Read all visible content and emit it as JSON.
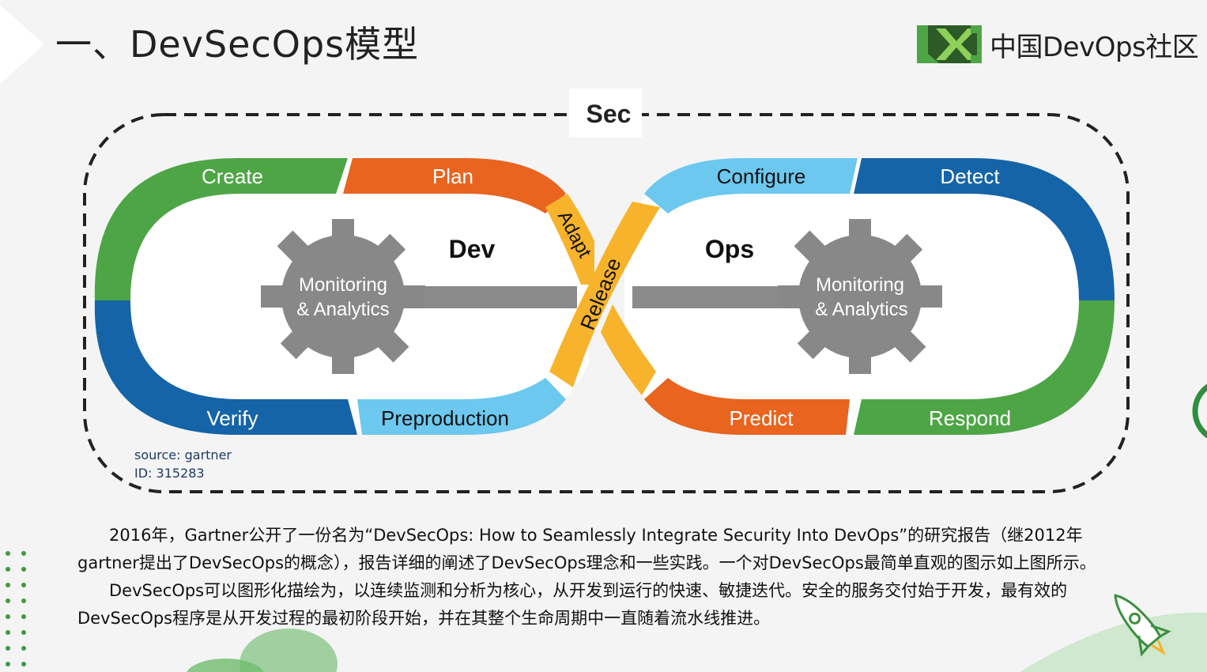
{
  "page": {
    "title": "一、DevSecOps模型"
  },
  "logo": {
    "text": "中国DevOps社区"
  },
  "diagram": {
    "sec_label": "Sec",
    "dev_label": "Dev",
    "ops_label": "Ops",
    "left_loop": {
      "create": "Create",
      "plan": "Plan",
      "adapt": "Adapt",
      "verify": "Verify",
      "preproduction": "Preproduction"
    },
    "right_loop": {
      "configure": "Configure",
      "detect": "Detect",
      "predict": "Predict",
      "respond": "Respond"
    },
    "center": {
      "release": "Release"
    },
    "gear_left": {
      "line1": "Monitoring",
      "line2": "& Analytics"
    },
    "gear_right": {
      "line1": "Monitoring",
      "line2": "& Analytics"
    },
    "source": {
      "line1": "source: gartner",
      "line2": "ID: 315283"
    },
    "colors": {
      "green": "#4ea546",
      "blue": "#1664a8",
      "orange": "#e8641f",
      "light_blue": "#6cc8ee",
      "yellow": "#f7b32b",
      "gray": "#888888"
    }
  },
  "description": {
    "p1_line1": "2016年，Gartner公开了一份名为“DevSecOps: How to Seamlessly Integrate Security Into DevOps”的研究报告（继2012年",
    "p1_line2": "gartner提出了DevSecOps的概念），报告详细的阐述了DevSecOps理念和一些实践。一个对DevSecOps最简单直观的图示如上图所示。",
    "p2_line1": "DevSecOps可以图形化描绘为，以连续监测和分析为核心，从开发到运行的快速、敏捷迭代。安全的服务交付始于开发，最有效的",
    "p2_line2": "DevSecOps程序是从开发过程的最初阶段开始，并在其整个生命周期中一直随着流水线推进。"
  }
}
